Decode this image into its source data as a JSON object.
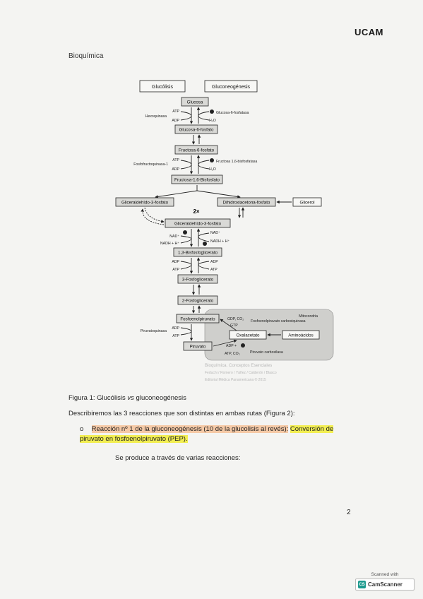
{
  "header": {
    "logo": "UCAM",
    "subject": "Bioquímica"
  },
  "diagram": {
    "title_left": "Glucólisis",
    "title_right": "Gluconeogénesis",
    "metabolites": {
      "glucosa": "Glucosa",
      "g6p": "Glucosa-6-fosfato",
      "f6p": "Fructosa-6-fosfato",
      "f16bp": "Fructosa-1,6-Bisfosfato",
      "gap": "Gliceraldehído-3-fosfato",
      "dhap": "Dihidroxiacetona-fosfato",
      "glicerol": "Glicerol",
      "gap2": "Gliceraldehído-3-fosfato",
      "bpg": "1,3-Bisfosfoglicerato",
      "pg3": "3-Fosfoglicerato",
      "pg2": "2-Fosfoglicerato",
      "pep": "Fosfoenolpiruvato",
      "oxal": "Oxalacetato",
      "amino": "Aminoácidos",
      "piruvato": "Piruvato"
    },
    "enzymes": {
      "hexoquinasa": "Hexoquinasa",
      "g6pasa": "Glucosa-6-fosfatasa",
      "pfk": "Fosfofructoquinasa-1",
      "fbpasa": "Fructosa 1,6-bisfosfatasa",
      "pk": "Piruvatoquinasa",
      "pepck": "Fosfoenolpiruvato carboxiquinasa",
      "pc": "Piruvato carboxilasa",
      "mito": "Mitocondria"
    },
    "labels": {
      "atp": "ATP",
      "adp": "ADP",
      "h2o": "H₂O",
      "two_x": "2×",
      "nad": "NAD⁺",
      "nadh": "NADH + H⁺",
      "gdp_co2": "GDP, CO₂",
      "gtp": "GTP",
      "adp_plus": "ADP +",
      "atp_co2": "ATP, CO₂"
    },
    "source_credit": [
      "Bioquímica. Conceptos Esenciales",
      "Feduchi / Romero / Yáñez / Calderón / Blasco",
      "Editorial Médica Panamericana © 2015"
    ]
  },
  "body": {
    "caption_prefix": "Figura 1: Glucólisis ",
    "caption_vs": "vs",
    "caption_suffix": " gluconeogénesis",
    "intro": "Describiremos las 3 reacciones que son distintas en ambas rutas (Figura 2):",
    "bullet_marker": "o",
    "bullet_part1": "Reacción nº 1 de la gluconeogénesis (10 de la glucolisis al revés):",
    "bullet_part2": "Conversión de piruvato en fosfoenolpiruvato (PEP).",
    "sub_text": "Se produce a través de varias reacciones:",
    "page_number": "2"
  },
  "watermark": {
    "top": "Scanned with",
    "name": "CamScanner",
    "icon": "CS"
  }
}
